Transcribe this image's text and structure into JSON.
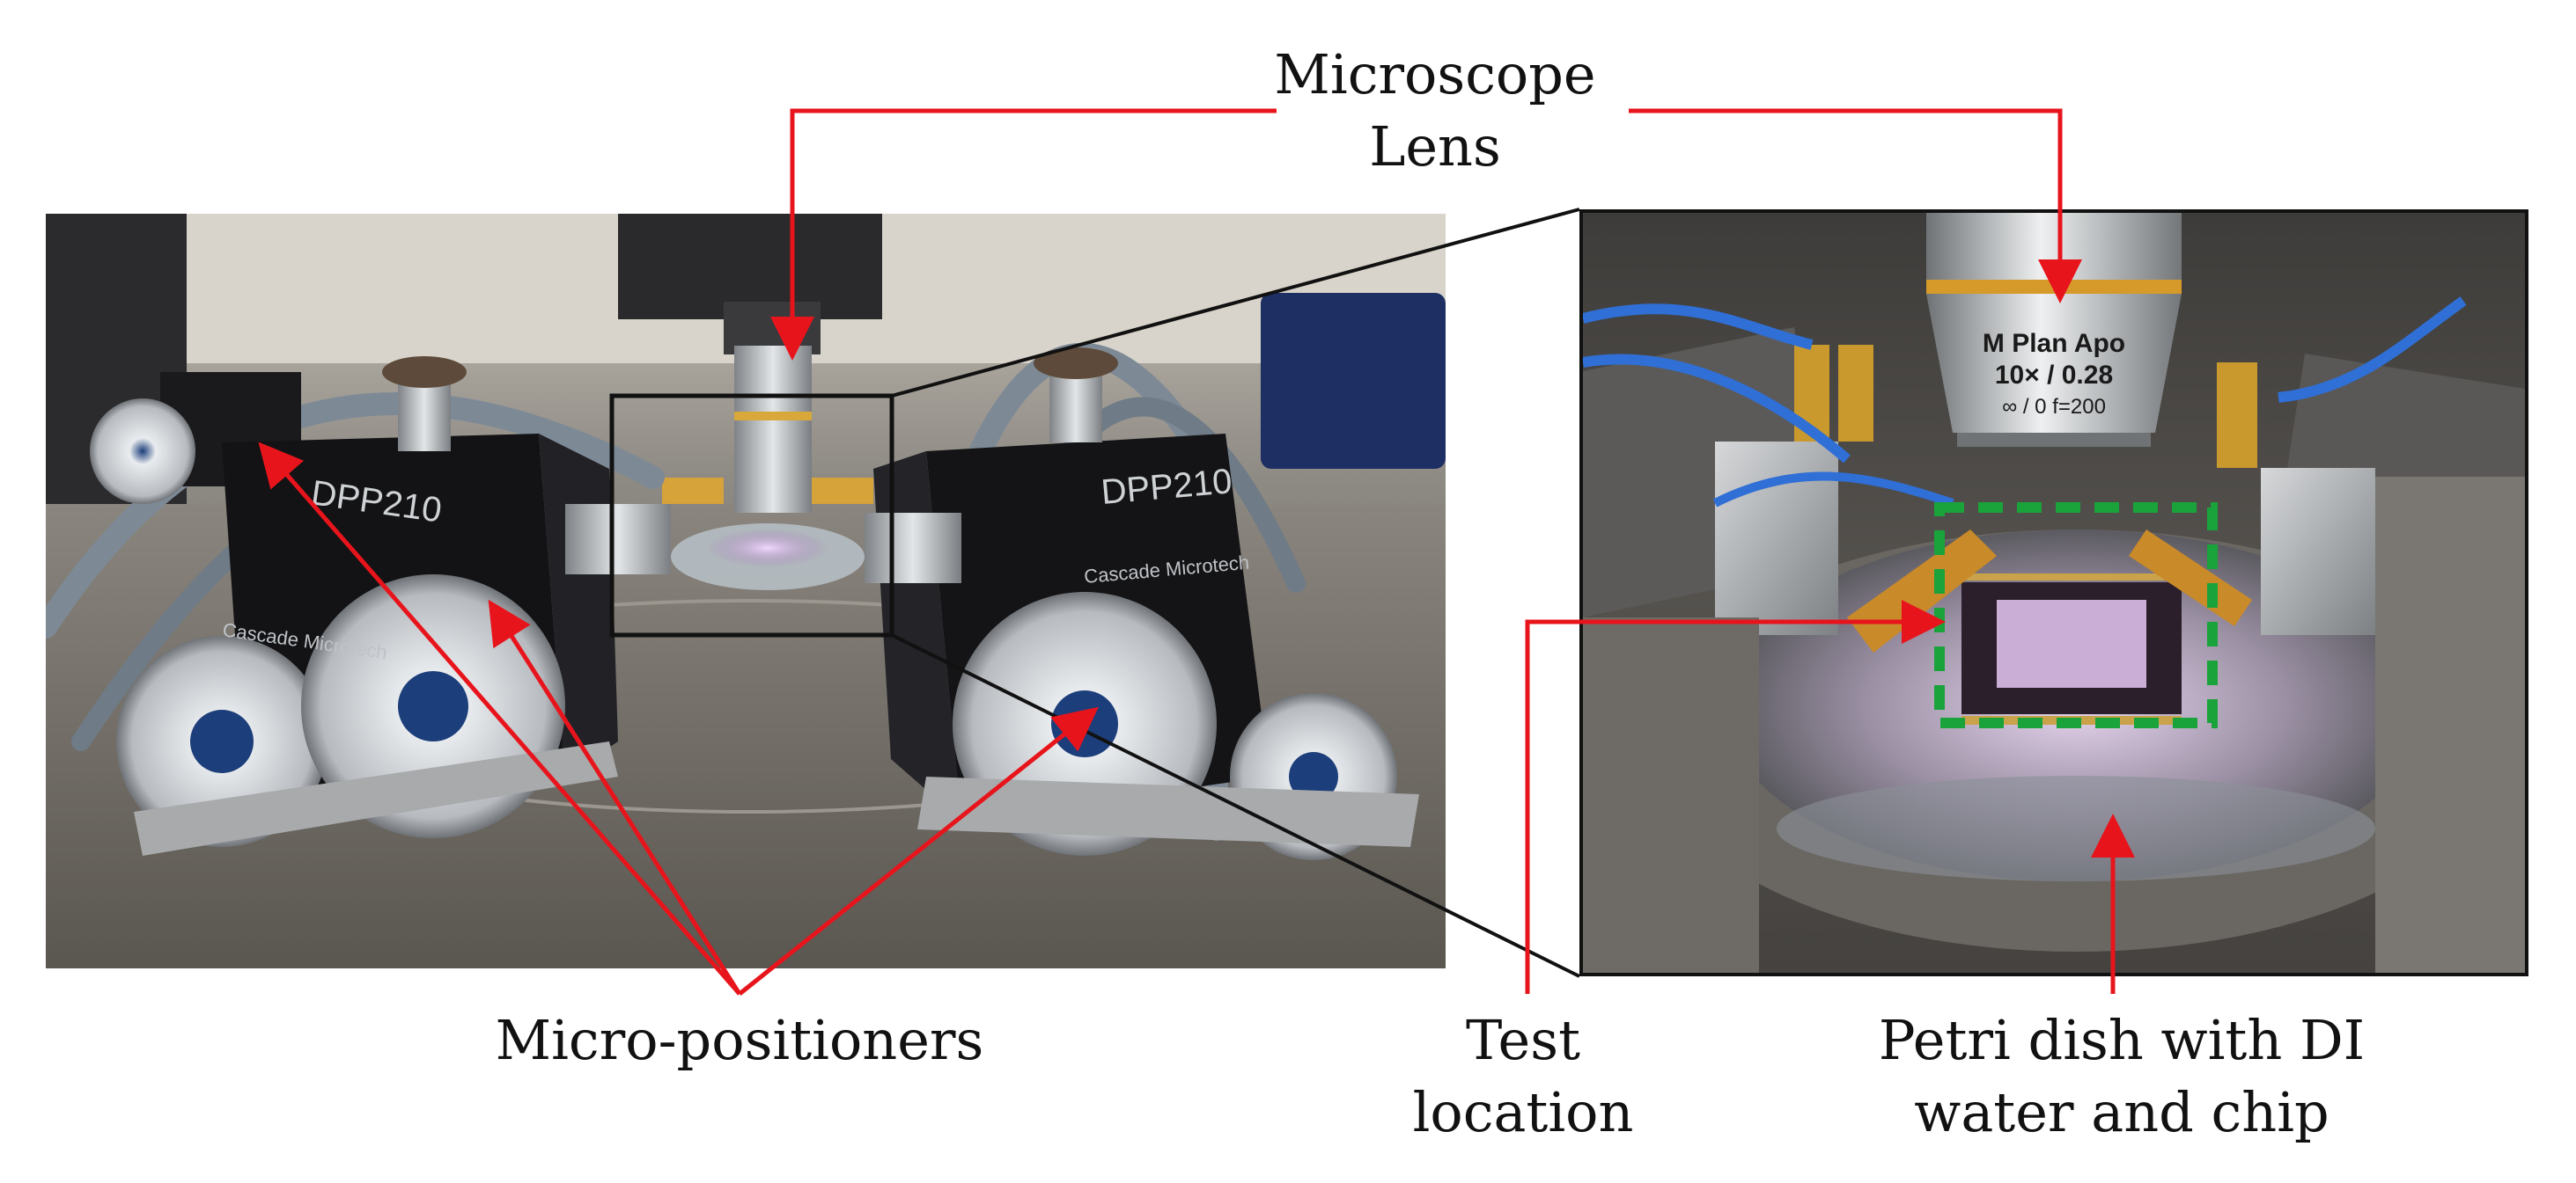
{
  "labels": {
    "lens": [
      "Microscope",
      "Lens"
    ],
    "positioners": [
      "Micro-positioners"
    ],
    "test": [
      "Test",
      "location"
    ],
    "petri": [
      "Petri dish with DI",
      "water and chip"
    ]
  },
  "device_text": {
    "left_positioner": "DPP210",
    "right_positioner": "DPP210",
    "brand": "Cascade Microtech",
    "objective_line1": "M Plan Apo",
    "objective_line2": "10× / 0.28",
    "objective_line3": "∞ / 0   f=200"
  },
  "colors": {
    "arrow": "#e8141c",
    "highlight": "#1aa33a",
    "frame": "#111111"
  }
}
